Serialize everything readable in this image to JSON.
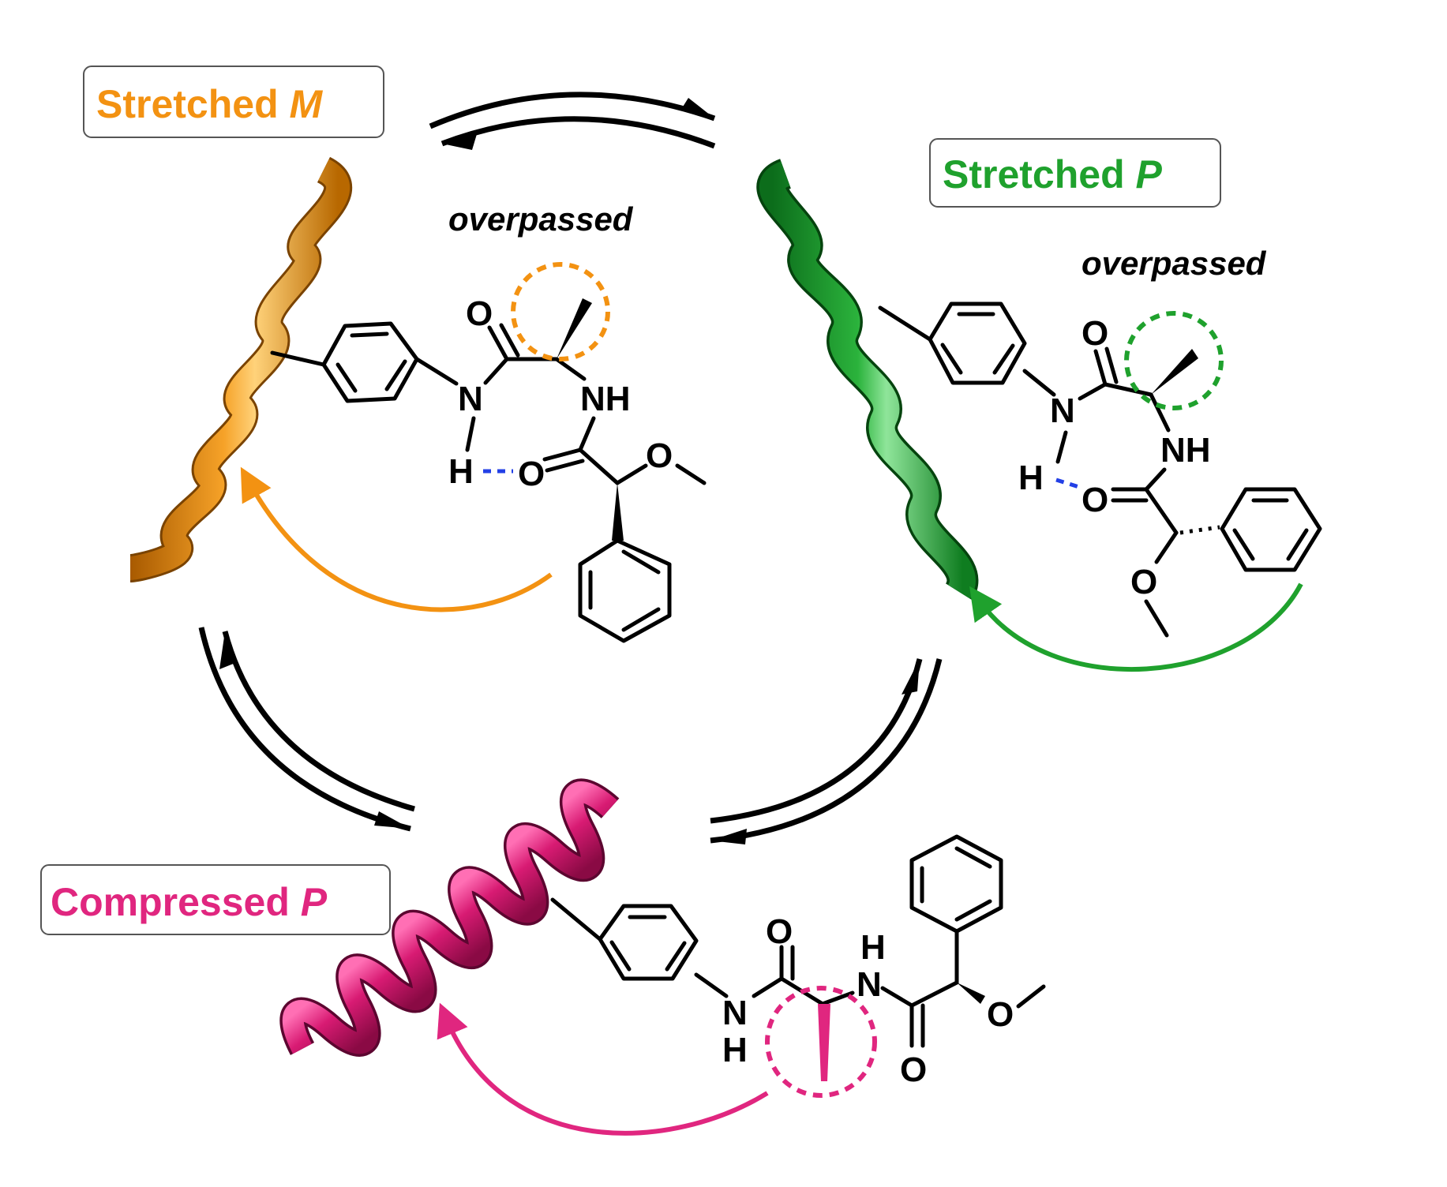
{
  "labels": {
    "stretched_m": {
      "text": "Stretched ",
      "sym": "M"
    },
    "stretched_p": {
      "text": "Stretched ",
      "sym": "P"
    },
    "compressed_p": {
      "text": "Compressed ",
      "sym": "P"
    }
  },
  "annotations": {
    "overpassed_left": "overpassed",
    "overpassed_right": "overpassed"
  },
  "atoms": {
    "O": "O",
    "N": "N",
    "H": "H",
    "NH": "NH"
  },
  "colors": {
    "orange": "#f39212",
    "green": "#1fa12d",
    "magenta": "#e0267f",
    "hbond": "#2340e6",
    "arrow": "#000000"
  }
}
